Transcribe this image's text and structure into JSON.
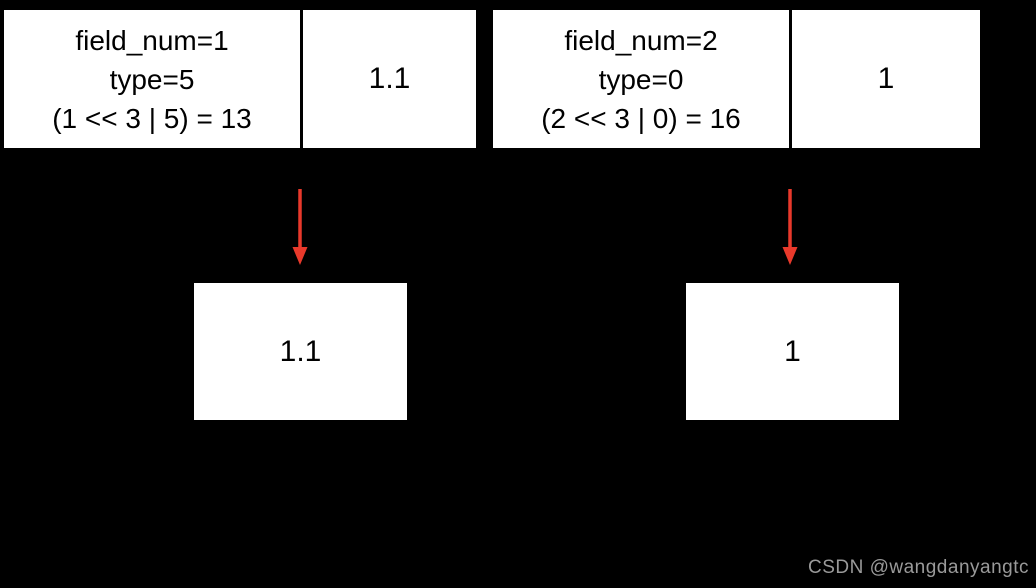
{
  "canvas": {
    "background": "#000000",
    "box_fill": "#ffffff",
    "text_color": "#000000"
  },
  "fields": [
    {
      "tag_lines": [
        "field_num=1",
        "type=5",
        "(1 << 3 | 5) = 13"
      ],
      "value": "1.1",
      "decoded_value": "1.1"
    },
    {
      "tag_lines": [
        "field_num=2",
        "type=0",
        "(2 << 3 | 0) = 16"
      ],
      "value": "1",
      "decoded_value": "1"
    }
  ],
  "arrow": {
    "color": "#e8392b",
    "direction": "down"
  },
  "watermark": {
    "text": "CSDN @wangdanyangtc",
    "color": "#9a9a9a"
  }
}
